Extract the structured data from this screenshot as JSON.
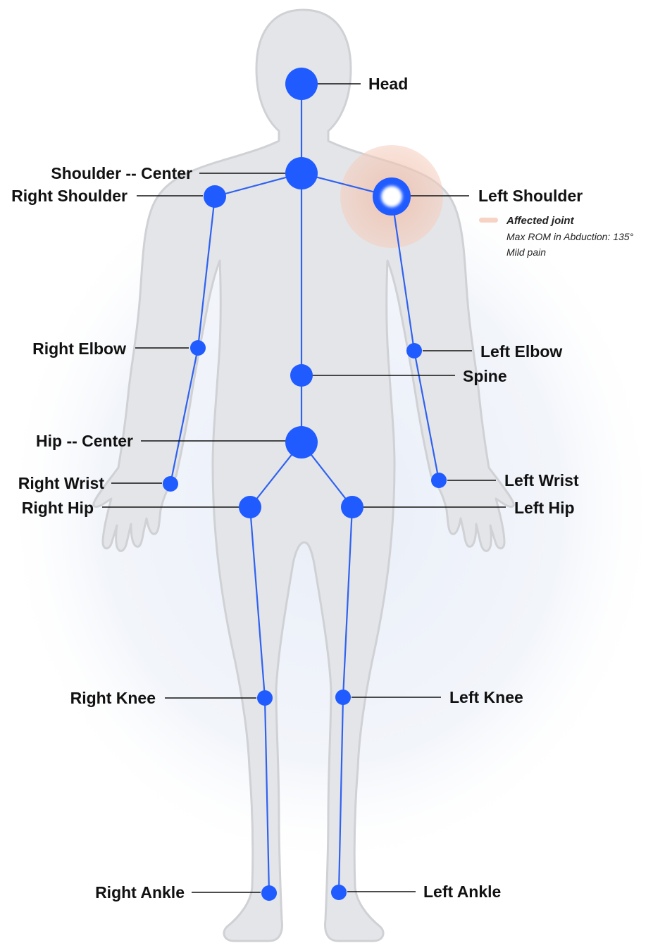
{
  "joints": {
    "head": {
      "label": "Head"
    },
    "shoulder_center": {
      "label": "Shoulder -- Center"
    },
    "right_shoulder": {
      "label": "Right Shoulder"
    },
    "left_shoulder": {
      "label": "Left Shoulder"
    },
    "right_elbow": {
      "label": "Right Elbow"
    },
    "left_elbow": {
      "label": "Left Elbow"
    },
    "spine": {
      "label": "Spine"
    },
    "hip_center": {
      "label": "Hip -- Center"
    },
    "right_wrist": {
      "label": "Right Wrist"
    },
    "left_wrist": {
      "label": "Left Wrist"
    },
    "right_hip": {
      "label": "Right Hip"
    },
    "left_hip": {
      "label": "Left Hip"
    },
    "right_knee": {
      "label": "Right Knee"
    },
    "left_knee": {
      "label": "Left Knee"
    },
    "right_ankle": {
      "label": "Right Ankle"
    },
    "left_ankle": {
      "label": "Left Ankle"
    }
  },
  "affected": {
    "joint": "left_shoulder",
    "legend_title": "Affected joint",
    "detail_lines": [
      "Max ROM in Abduction: 135°",
      "Mild pain"
    ]
  },
  "colors": {
    "joint": "#1f5bff",
    "bone": "#2f62f0",
    "silhouette": "#e4e5e8",
    "silhouette_outline": "#cfd1d5",
    "affected_halo": "#f3c6b4",
    "background_glow": "#eef3fb"
  }
}
